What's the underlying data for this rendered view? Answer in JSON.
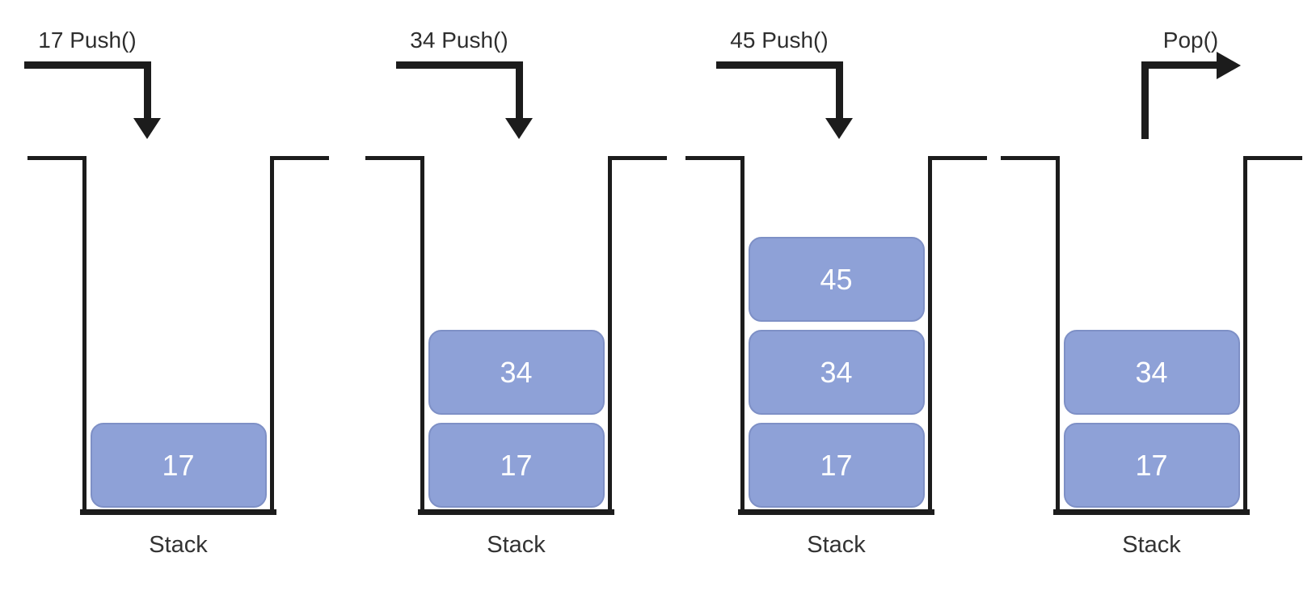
{
  "panels": [
    {
      "operation": "17 Push()",
      "op_type": "push",
      "caption": "Stack",
      "items": [
        "17"
      ]
    },
    {
      "operation": "34 Push()",
      "op_type": "push",
      "caption": "Stack",
      "items": [
        "34",
        "17"
      ]
    },
    {
      "operation": "45 Push()",
      "op_type": "push",
      "caption": "Stack",
      "items": [
        "45",
        "34",
        "17"
      ]
    },
    {
      "operation": "Pop()",
      "op_type": "pop",
      "caption": "Stack",
      "items": [
        "34",
        "17"
      ]
    }
  ],
  "colors": {
    "block_fill": "#8ea1d7",
    "block_border": "#7e90c6",
    "block_text": "#ffffff",
    "line": "#1c1c1c",
    "label_text": "#2e2e2e"
  }
}
